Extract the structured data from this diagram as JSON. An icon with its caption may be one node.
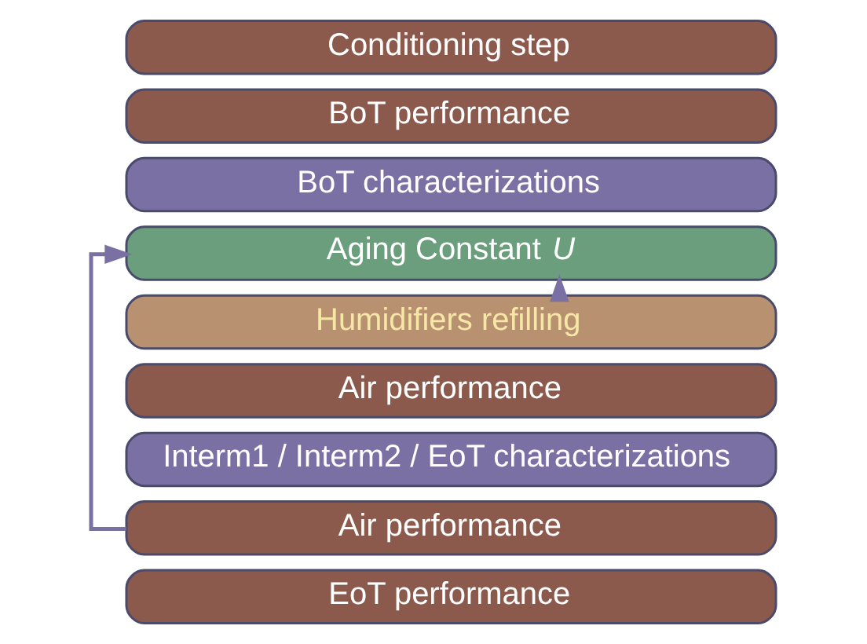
{
  "diagram": {
    "nodes": [
      {
        "text": [
          "Conditioning step"
        ]
      },
      {
        "text": [
          "BoT performance"
        ]
      },
      {
        "text": [
          "BoT characterizations"
        ]
      },
      {
        "text": [
          "Aging Constant *U*"
        ]
      },
      {
        "text": [
          "Humidifiers refilling"
        ]
      },
      {
        "text": [
          "Air performance"
        ]
      },
      {
        "text": [
          "Interm1 / Interm2 / EoT characterizations"
        ]
      },
      {
        "text": [
          "Air performance"
        ]
      },
      {
        "text": [
          "EoT performance"
        ]
      }
    ],
    "edges": [
      {
        "from": 7,
        "to": 3,
        "arrow": "to"
      },
      {
        "from": 4,
        "to": 3,
        "arrow": "to"
      }
    ]
  }
}
